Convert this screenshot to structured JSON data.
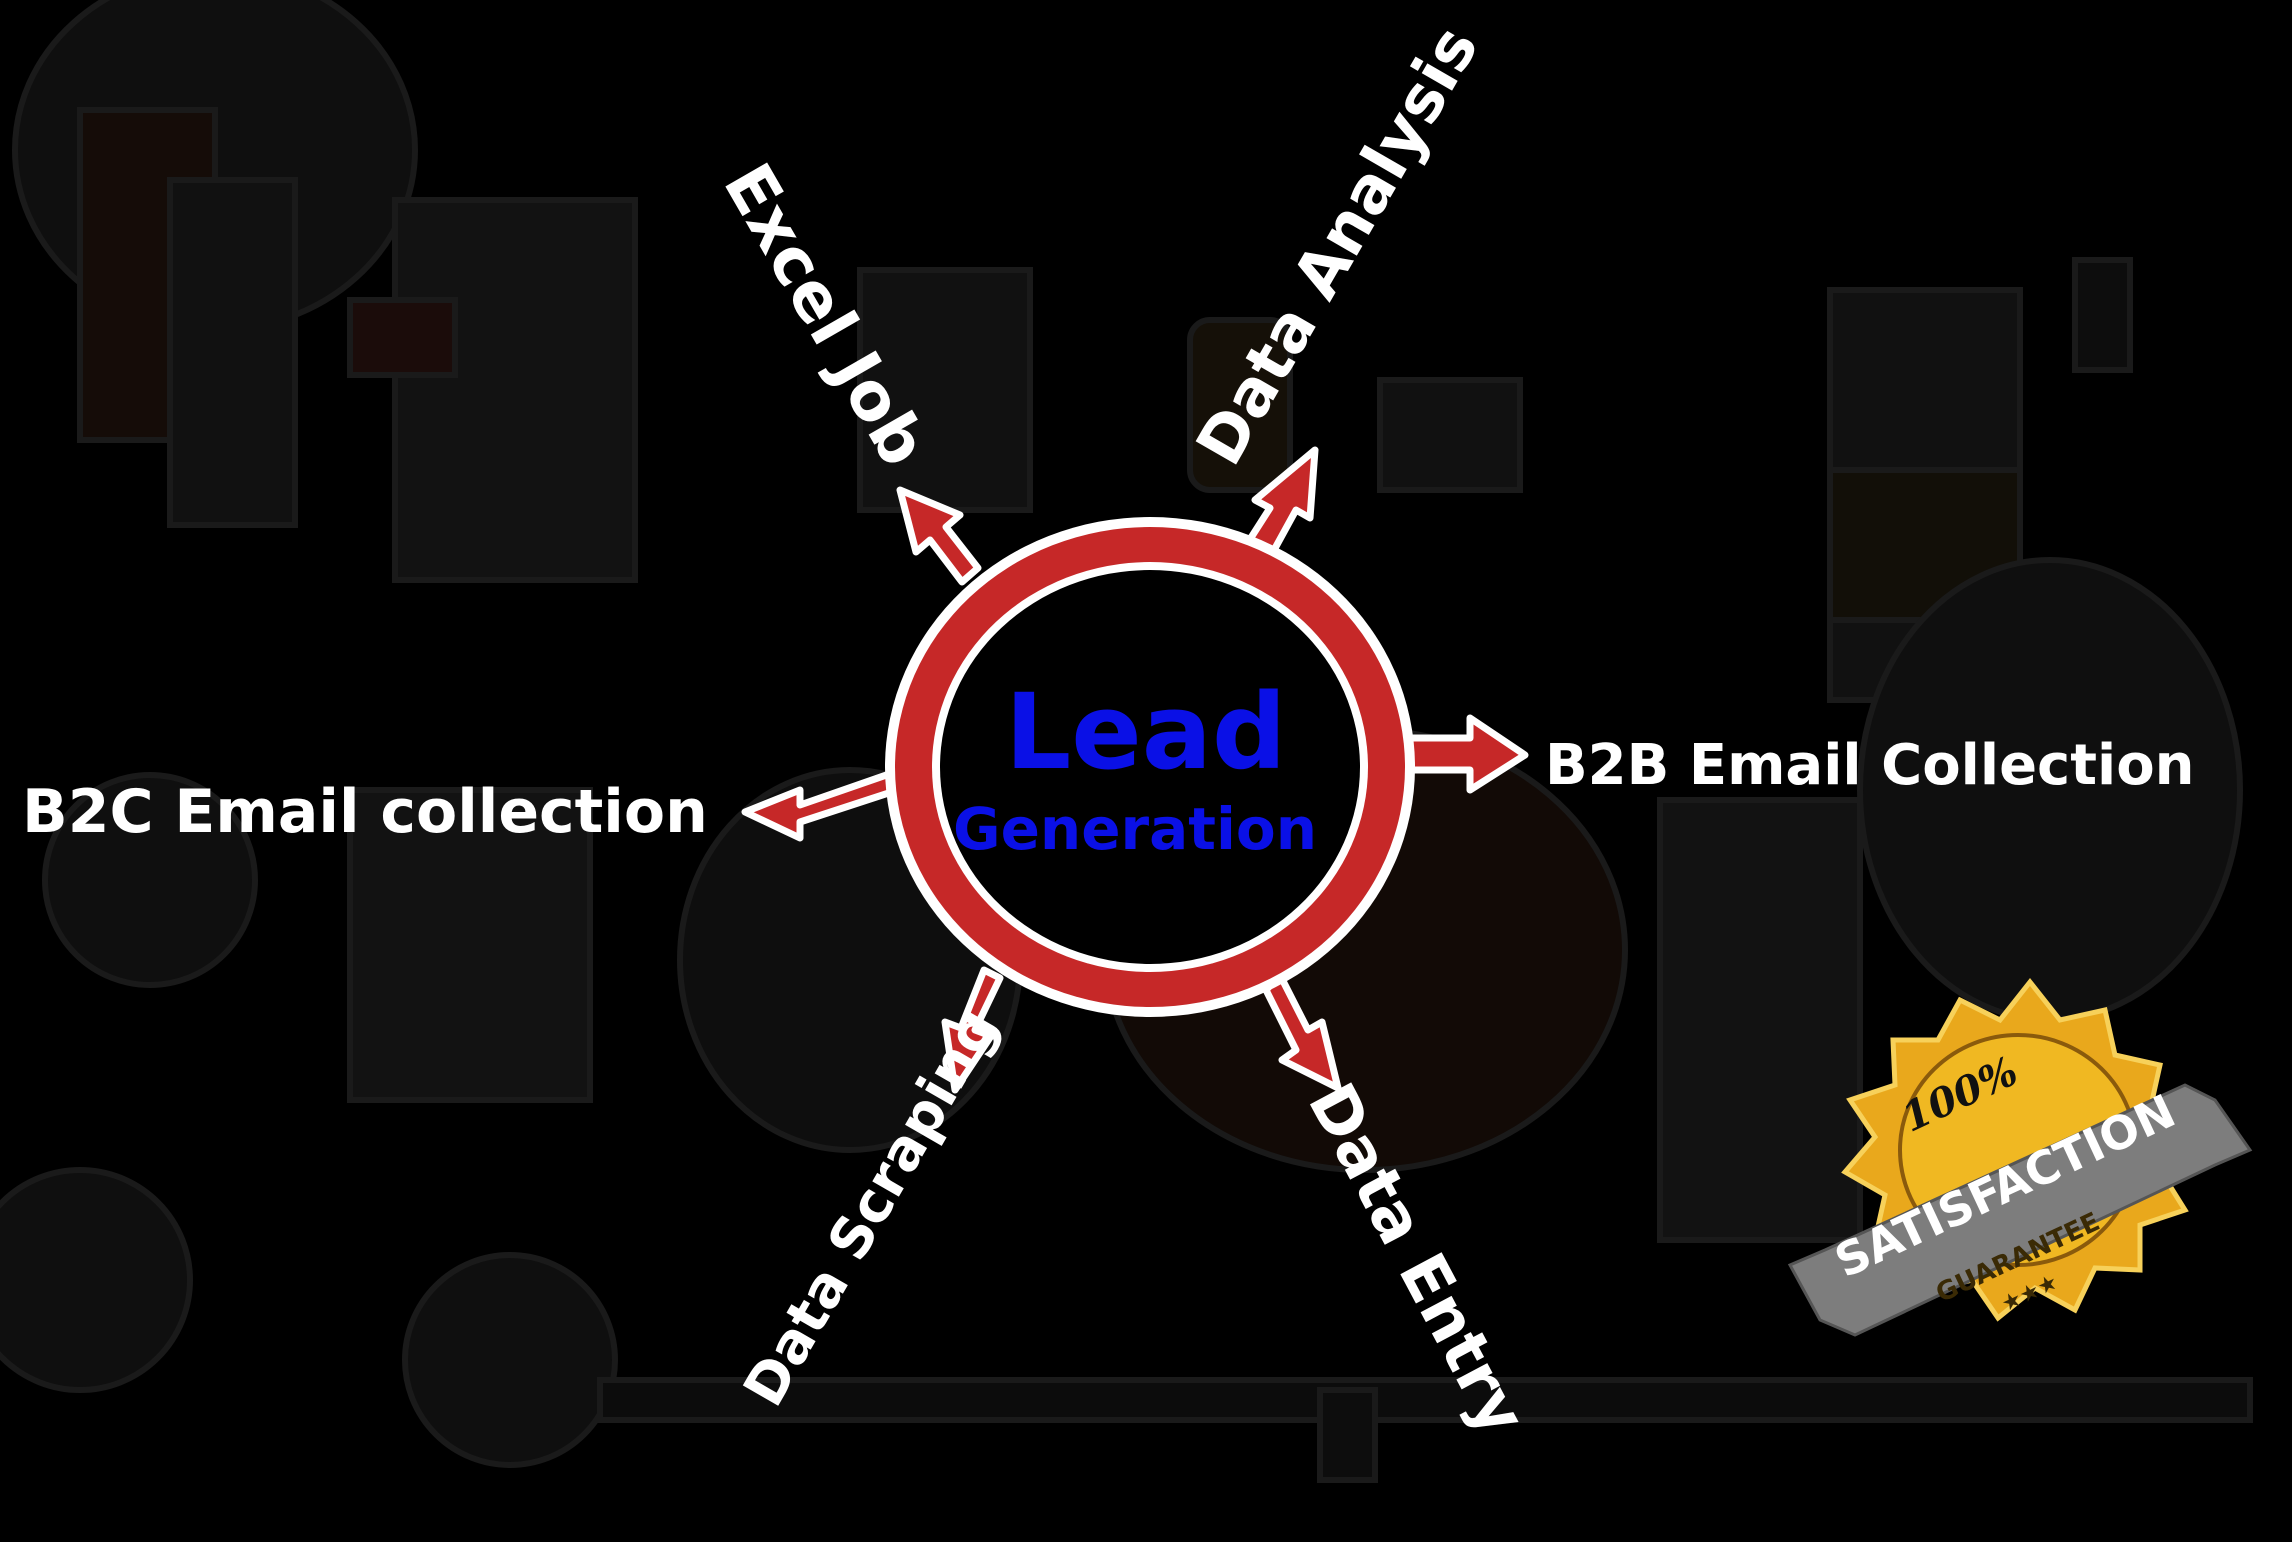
{
  "center": {
    "title": "Lead",
    "subtitle": "Generation"
  },
  "services": {
    "left": "B2C Email collection",
    "right": "B2B Email Collection",
    "upper_left": "Excel Job",
    "upper_right": "Data Analysis",
    "lower_left": "Data Scraping",
    "lower_right": "Data Entry"
  },
  "badge": {
    "percent": "100%",
    "ribbon": "SATISFACTION",
    "bottom": "GUARANTEE",
    "stars": "★★★"
  },
  "colors": {
    "background": "#000000",
    "ring": "#c62828",
    "ring_outline": "#ffffff",
    "title": "#0a10e6",
    "badge_gold": "#e9a81c",
    "badge_ribbon": "#808080"
  }
}
